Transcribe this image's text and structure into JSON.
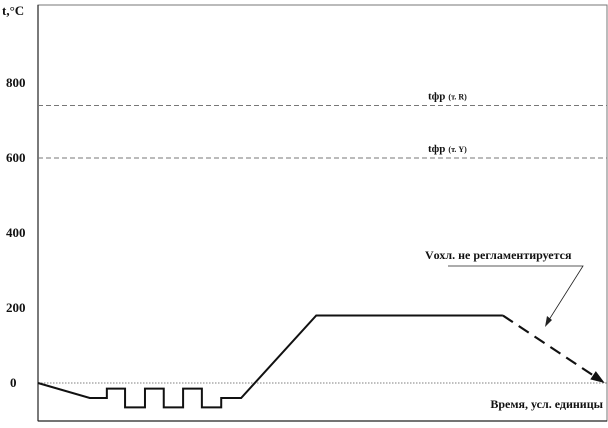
{
  "chart_data": {
    "type": "line",
    "title": "",
    "ylabel": "t,°C",
    "xlabel": "Время, усл. единицы",
    "ylim": [
      -100,
      1000
    ],
    "xlim": [
      0,
      100
    ],
    "yticks": [
      0,
      200,
      400,
      600,
      800
    ],
    "grid": false,
    "series": [
      {
        "name": "profile",
        "style": "solid",
        "x": [
          0,
          9.1,
          12.1,
          12.1,
          15.3,
          15.3,
          18.8,
          18.8,
          22.1,
          22.1,
          25.5,
          25.5,
          28.8,
          28.8,
          32.2,
          32.2,
          35.7,
          48.9,
          81.7
        ],
        "y": [
          0,
          -40,
          -40,
          -15,
          -15,
          -65,
          -65,
          -15,
          -15,
          -65,
          -65,
          -15,
          -15,
          -65,
          -65,
          -40,
          -40,
          180,
          180
        ]
      },
      {
        "name": "cooling",
        "style": "dashed-arrow",
        "x": [
          81.7,
          99.6
        ],
        "y": [
          180,
          0
        ]
      }
    ],
    "reference_lines": [
      {
        "value": 740,
        "label_main": "tфр",
        "label_sub": "(т. R)"
      },
      {
        "value": 600,
        "label_main": "tфр",
        "label_sub": "(т. Y)"
      },
      {
        "value": 0,
        "label_main": "",
        "label_sub": ""
      }
    ],
    "annotations": [
      {
        "text": "Vохл. не регламентируется"
      }
    ]
  }
}
